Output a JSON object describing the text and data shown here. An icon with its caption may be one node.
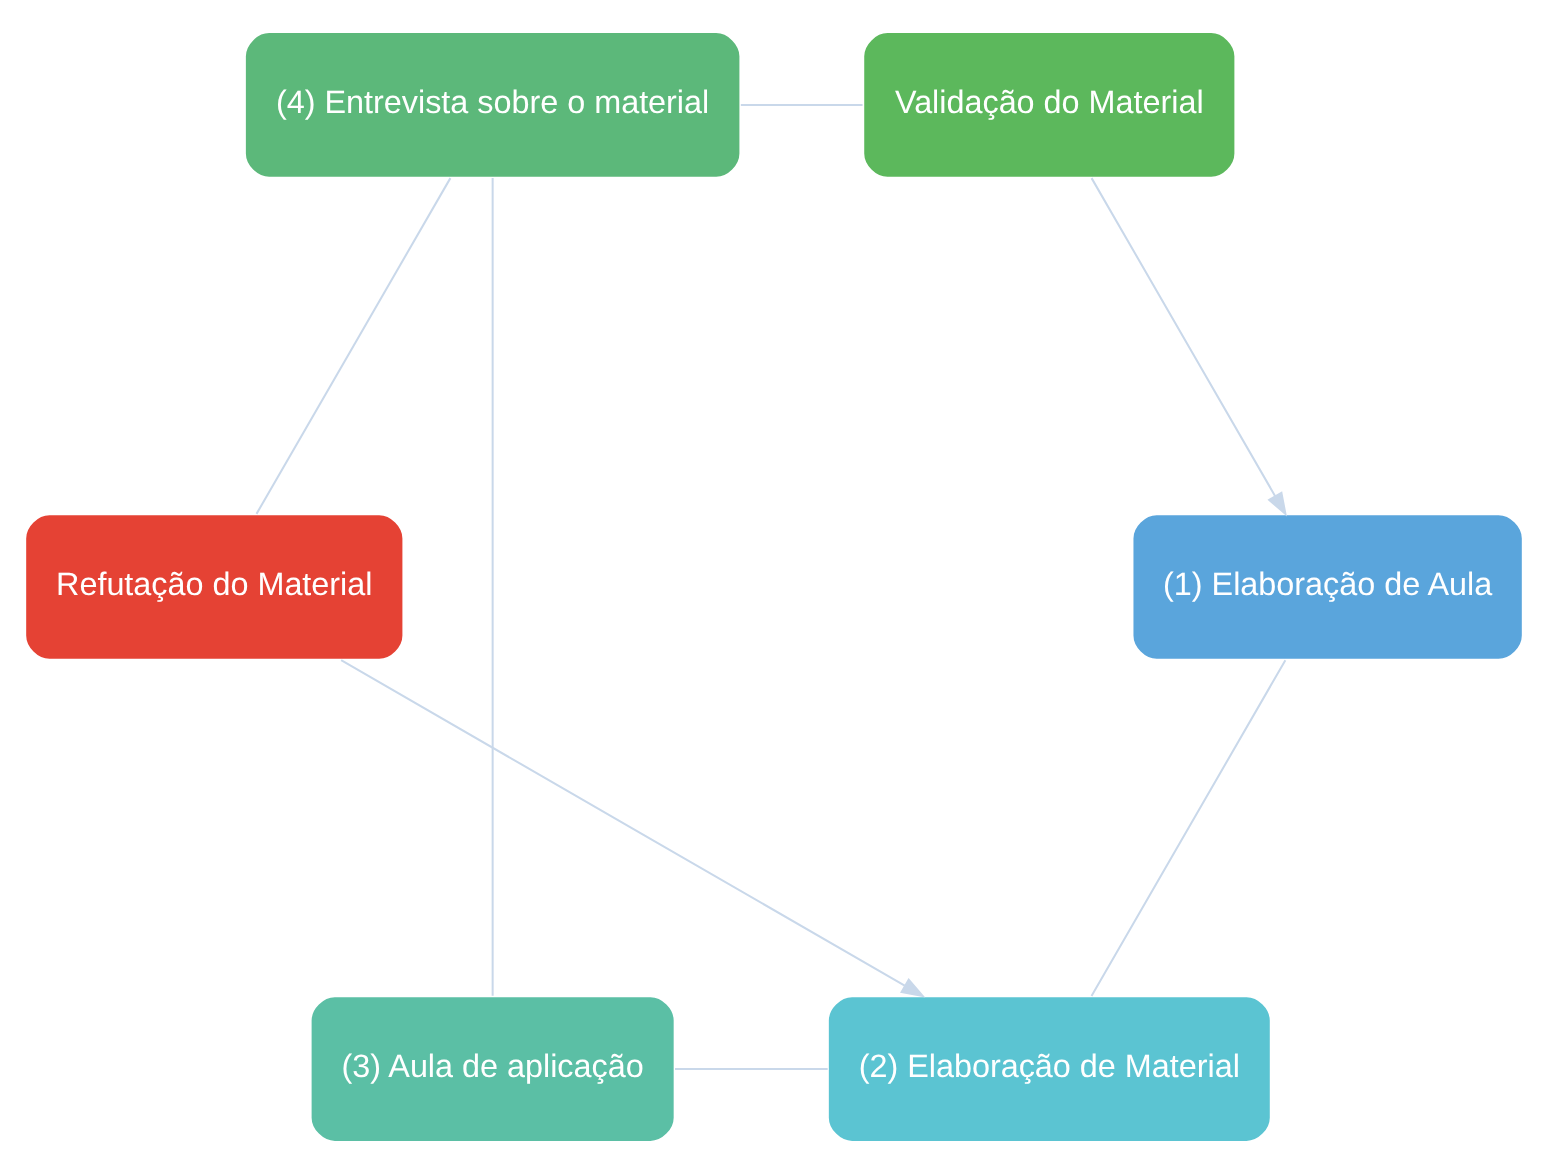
{
  "diagram": {
    "nodes": [
      {
        "text": [
          "(1) Elaboração de Aula"
        ]
      },
      {
        "text": [
          "(2) Elaboração de Material"
        ]
      },
      {
        "text": [
          "(3) Aula de aplicação"
        ]
      },
      {
        "text": [
          "(4) Entrevista sobre o material"
        ]
      },
      {
        "text": [
          "Validação do Material"
        ]
      },
      {
        "text": [
          "Refutação do Material"
        ]
      }
    ],
    "edges": [
      {
        "from": 0,
        "to": 1,
        "arrow": "none"
      },
      {
        "from": 1,
        "to": 2,
        "arrow": "none"
      },
      {
        "from": 2,
        "to": 3,
        "arrow": "none"
      },
      {
        "from": 3,
        "to": 4,
        "arrow": "none"
      },
      {
        "from": 4,
        "to": 0,
        "arrow": "to"
      },
      {
        "from": 3,
        "to": 5,
        "arrow": "none"
      },
      {
        "from": 5,
        "to": 1,
        "arrow": "to"
      }
    ]
  }
}
